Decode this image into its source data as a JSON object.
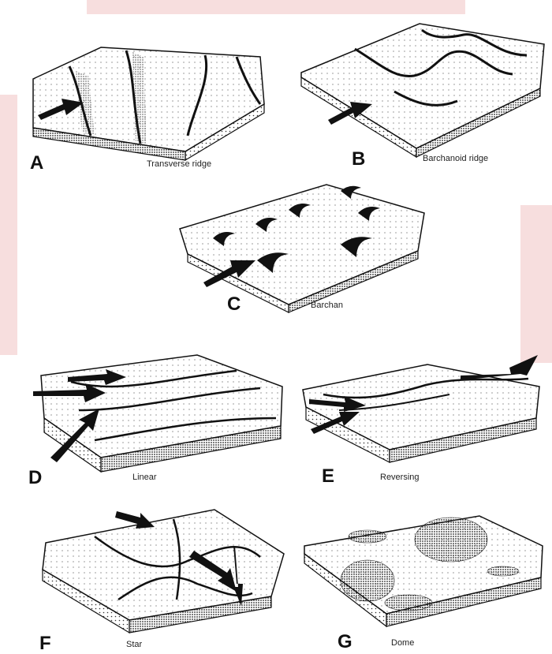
{
  "figure": {
    "panels": [
      {
        "letter": "A",
        "caption": "Transverse ridge"
      },
      {
        "letter": "B",
        "caption": "Barchanoid ridge"
      },
      {
        "letter": "C",
        "caption": "Barchan"
      },
      {
        "letter": "D",
        "caption": "Linear"
      },
      {
        "letter": "E",
        "caption": "Reversing"
      },
      {
        "letter": "F",
        "caption": "Star"
      },
      {
        "letter": "G",
        "caption": "Dome"
      }
    ]
  },
  "colors": {
    "ink": "#111111",
    "paper": "#ffffff",
    "watermark": "#f7dede"
  }
}
